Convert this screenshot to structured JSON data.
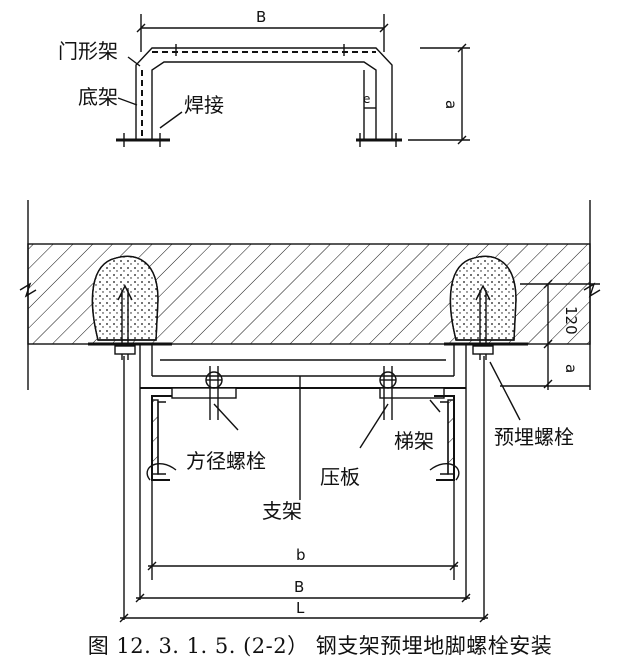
{
  "diagram": {
    "top_view": {
      "dim_width": "B",
      "dim_height": "a",
      "dim_thickness": "e",
      "label_portal_frame": "门形架",
      "label_base_frame": "底架",
      "label_weld": "焊接"
    },
    "section_view": {
      "dim_embed_depth": "120",
      "dim_gap": "a",
      "label_square_bolt": "方径螺栓",
      "label_clamp_plate": "压板",
      "label_tray": "梯架",
      "label_embedded_bolt": "预埋螺栓",
      "label_bracket": "支架",
      "dim_inner_width": "b",
      "dim_tray_width": "B",
      "dim_total_width": "L"
    },
    "caption": "图 12. 3. 1. 5. (2-2） 钢支架预埋地脚螺栓安装"
  },
  "colors": {
    "line": "#111111",
    "background": "#ffffff"
  }
}
